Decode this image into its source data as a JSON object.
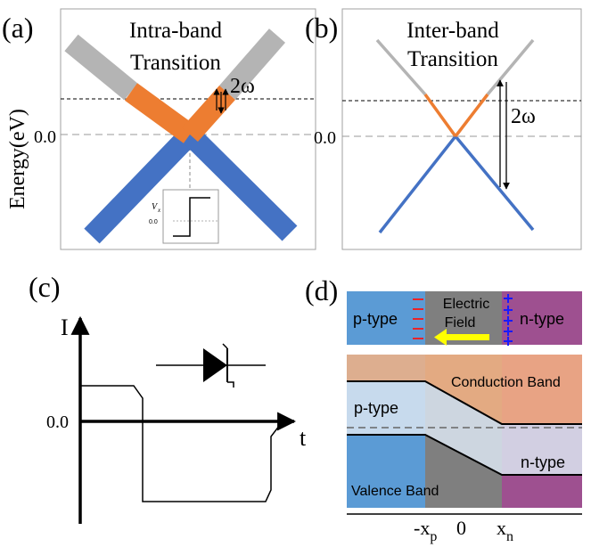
{
  "panel_a": {
    "label": "(a)",
    "title_line1": "Intra-band",
    "title_line2": "Transition",
    "ylabel": "Energy(eV)",
    "zero_tick": "0.0",
    "photon": "2ω",
    "inset_ylabel": "V",
    "inset_ylabel_sub": "x",
    "inset_tick": "0.0"
  },
  "panel_b": {
    "label": "(b)",
    "title_line1": "Inter-band",
    "title_line2": "Transition",
    "zero_tick": "0.0",
    "photon": "2ω"
  },
  "panel_c": {
    "label": "(c)",
    "ylabel": "I",
    "xlabel": "t",
    "zero_tick": "0.0"
  },
  "panel_d": {
    "label": "(d)",
    "p_type": "p-type",
    "n_type": "n-type",
    "field_line1": "Electric",
    "field_line2": "Field",
    "conduction_band": "Conduction Band",
    "valence_band": "Valence Band",
    "p_type_band": "p-type",
    "n_type_band": "n-type",
    "tick_neg_xp_main": "-x",
    "tick_neg_xp_sub": "p",
    "tick_zero": "0",
    "tick_xn_main": "x",
    "tick_xn_sub": "n"
  },
  "colors": {
    "valence_blue": "#4472c4",
    "photo_orange": "#ed7d31",
    "upper_gray": "#b4b4b4",
    "p_region": "#5b9bd5",
    "depletion": "#7f7f7f",
    "n_region": "#9e5090",
    "field_arrow": "#ffff00",
    "minus_sign": "#e8242a",
    "plus_sign": "#1a1aff"
  }
}
